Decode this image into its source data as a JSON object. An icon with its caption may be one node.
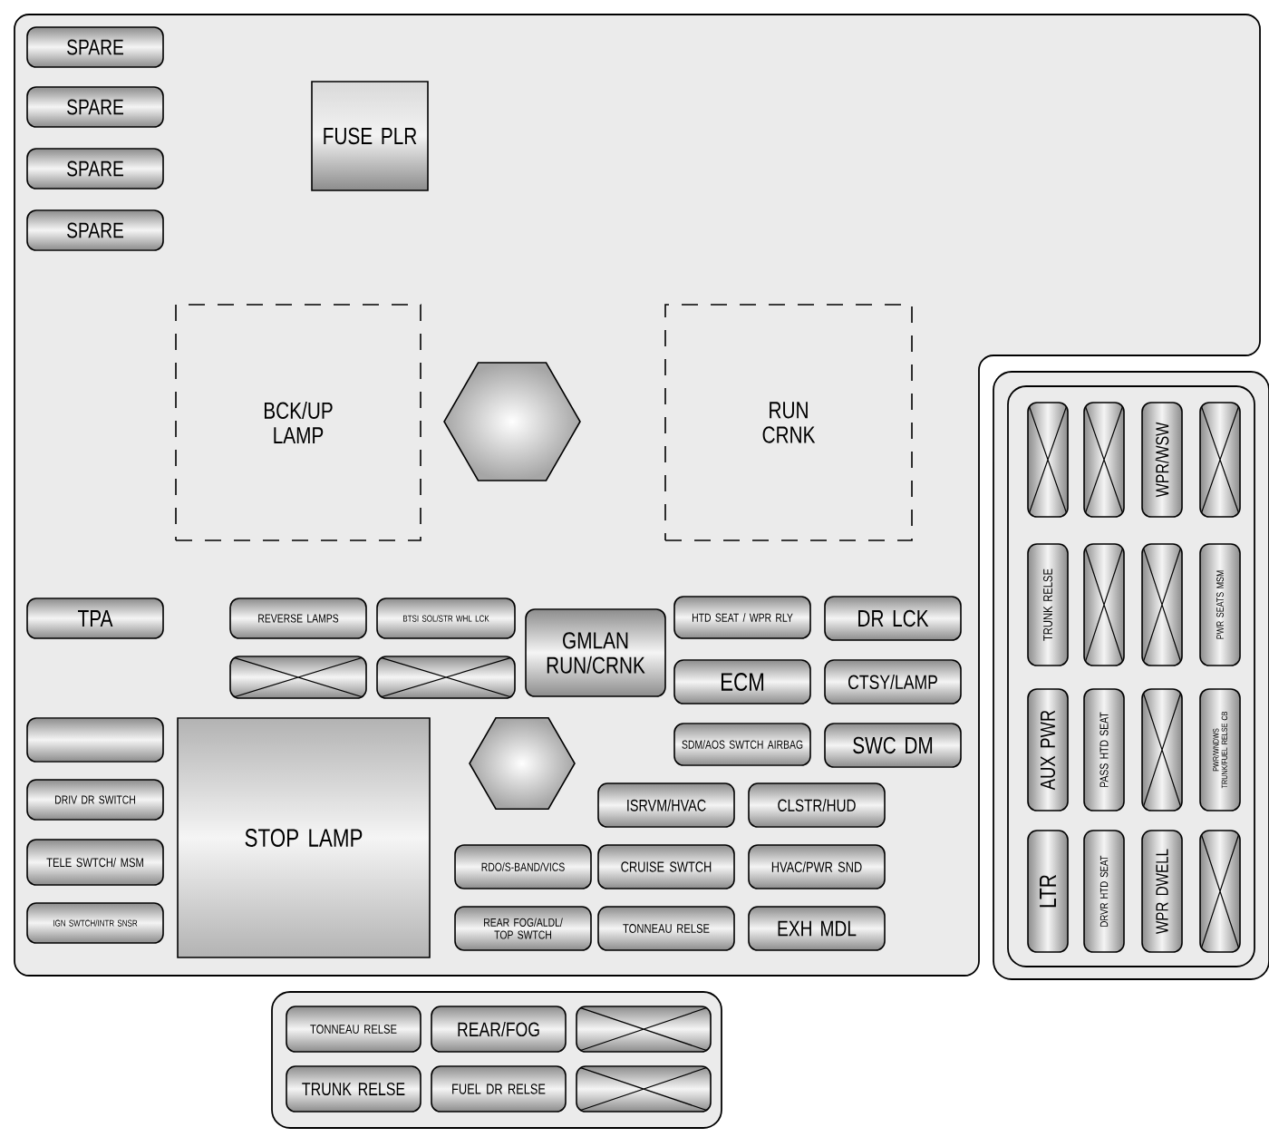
{
  "diagram": {
    "nodes": [
      {
        "text": [],
        "shape": "box"
      },
      {
        "text": [
          "SPARE"
        ],
        "in": 0
      },
      {
        "text": [
          "SPARE"
        ],
        "in": 0
      },
      {
        "text": [
          "SPARE"
        ],
        "in": 0
      },
      {
        "text": [
          "SPARE"
        ],
        "in": 0
      },
      {
        "text": [
          "FUSE PLR"
        ],
        "in": 0
      },
      {
        "text": [
          "BCK/UP LAMP"
        ],
        "in": 0
      },
      {
        "text": [],
        "shape": "hexagon",
        "in": 0
      },
      {
        "text": [
          "RUN CRNK"
        ],
        "in": 0
      },
      {
        "text": [
          "TPA"
        ],
        "in": 0
      },
      {
        "text": [
          "REVERSE LAMPS"
        ],
        "in": 0
      },
      {
        "text": [
          "BTSI SOL/STR WHL LCK"
        ],
        "in": 0
      },
      {
        "text": [
          "GMLAN RUN/CRNK"
        ],
        "in": 0
      },
      {
        "text": [
          "HTD SEAT / WPR RLY"
        ],
        "in": 0
      },
      {
        "text": [
          "DR LCK"
        ],
        "in": 0
      },
      {
        "text": [],
        "shape": "box",
        "in": 0
      },
      {
        "text": [],
        "shape": "box",
        "in": 0
      },
      {
        "text": [
          "ECM"
        ],
        "in": 0
      },
      {
        "text": [
          "CTSY/LAMP"
        ],
        "in": 0
      },
      {
        "text": [],
        "shape": "box",
        "in": 0
      },
      {
        "text": [
          "STOP LAMP"
        ],
        "in": 0
      },
      {
        "text": [],
        "shape": "hexagon",
        "in": 0
      },
      {
        "text": [
          "SDM/AOS SWTCH AIRBAG"
        ],
        "in": 0
      },
      {
        "text": [
          "SWC DM"
        ],
        "in": 0
      },
      {
        "text": [
          "DRIV DR SWITCH"
        ],
        "in": 0
      },
      {
        "text": [
          "ISRVM/HVAC"
        ],
        "in": 0
      },
      {
        "text": [
          "CLSTR/HUD"
        ],
        "in": 0
      },
      {
        "text": [
          "TELE SWTCH/ MSM"
        ],
        "in": 0
      },
      {
        "text": [
          "RDO/S-BAND/VICS"
        ],
        "in": 0
      },
      {
        "text": [
          "CRUISE SWTCH"
        ],
        "in": 0
      },
      {
        "text": [
          "HVAC/PWR SND"
        ],
        "in": 0
      },
      {
        "text": [
          "IGN SWTCH/INTR SNSR"
        ],
        "in": 0
      },
      {
        "text": [
          "REAR FOG/ALDL/ TOP SWTCH"
        ],
        "in": 0
      },
      {
        "text": [
          "TONNEAU RELSE"
        ],
        "in": 0
      },
      {
        "text": [
          "EXH MDL"
        ],
        "in": 0
      },
      {
        "text": [],
        "shape": "box"
      },
      {
        "text": [],
        "shape": "box",
        "in": 35
      },
      {
        "text": [],
        "shape": "box",
        "in": 35
      },
      {
        "text": [
          "WPR/WSW"
        ],
        "in": 35
      },
      {
        "text": [],
        "shape": "box",
        "in": 35
      },
      {
        "text": [
          "TRUNK RELSE"
        ],
        "in": 35
      },
      {
        "text": [],
        "shape": "box",
        "in": 35
      },
      {
        "text": [],
        "shape": "box",
        "in": 35
      },
      {
        "text": [
          "PWR SEATS MSM"
        ],
        "in": 35
      },
      {
        "text": [
          "AUX PWR"
        ],
        "in": 35
      },
      {
        "text": [
          "PASS HTD SEAT"
        ],
        "in": 35
      },
      {
        "text": [],
        "shape": "box",
        "in": 35
      },
      {
        "text": [
          "PWR/WNDWS TRUNK/FUEL RELSE CB"
        ],
        "in": 35
      },
      {
        "text": [
          "LTR"
        ],
        "in": 35
      },
      {
        "text": [
          "DRVR HTD SEAT"
        ],
        "in": 35
      },
      {
        "text": [
          "WPR DWELL"
        ],
        "in": 35
      },
      {
        "text": [],
        "shape": "box",
        "in": 35
      },
      {
        "text": [],
        "shape": "box"
      },
      {
        "text": [
          "TONNEAU RELSE"
        ],
        "in": 52
      },
      {
        "text": [
          "REAR/FOG"
        ],
        "in": 52
      },
      {
        "text": [],
        "shape": "box",
        "in": 52
      },
      {
        "text": [
          "TRUNK RELSE"
        ],
        "in": 52
      },
      {
        "text": [
          "FUEL DR RELSE"
        ],
        "in": 52
      },
      {
        "text": [],
        "shape": "box",
        "in": 52
      }
    ]
  }
}
